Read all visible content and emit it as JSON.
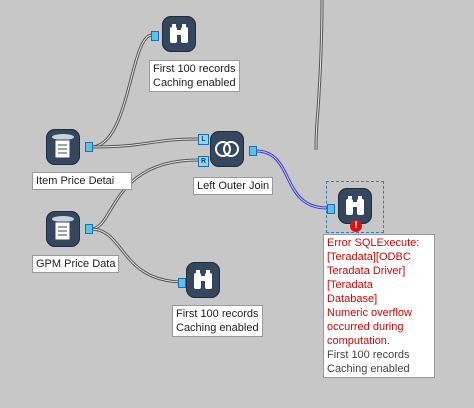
{
  "canvas": {
    "background": "#c7c7c7"
  },
  "tools": {
    "browse_top": {
      "icon": "binoculars-icon",
      "annotation": [
        "First 100 records",
        "Caching enabled"
      ]
    },
    "input_item": {
      "icon": "database-input-icon",
      "annotation": [
        "Item Price Detai"
      ]
    },
    "join": {
      "icon": "join-icon",
      "annotation": [
        "Left Outer Join"
      ],
      "anchors": {
        "left": "L",
        "right": "R"
      }
    },
    "input_gpm": {
      "icon": "database-input-icon",
      "annotation": [
        "GPM Price Data"
      ]
    },
    "browse_bottom": {
      "icon": "binoculars-icon",
      "annotation": [
        "First 100 records",
        "Caching enabled"
      ]
    },
    "browse_error": {
      "icon": "binoculars-icon",
      "error_badge": "!",
      "error_lines": [
        "Error SQLExecute:",
        "[Teradata][ODBC",
        "Teradata Driver]",
        "[Teradata",
        "Database]",
        "Numeric overflow",
        "occurred during",
        "computation."
      ],
      "annotation": [
        "First 100 records",
        "Caching enabled"
      ]
    }
  },
  "colors": {
    "tool_fill": "#34475f",
    "anchor_fill": "#58c2f0",
    "error_text": "#e00000",
    "selected_wire": "#3a3ad0"
  }
}
